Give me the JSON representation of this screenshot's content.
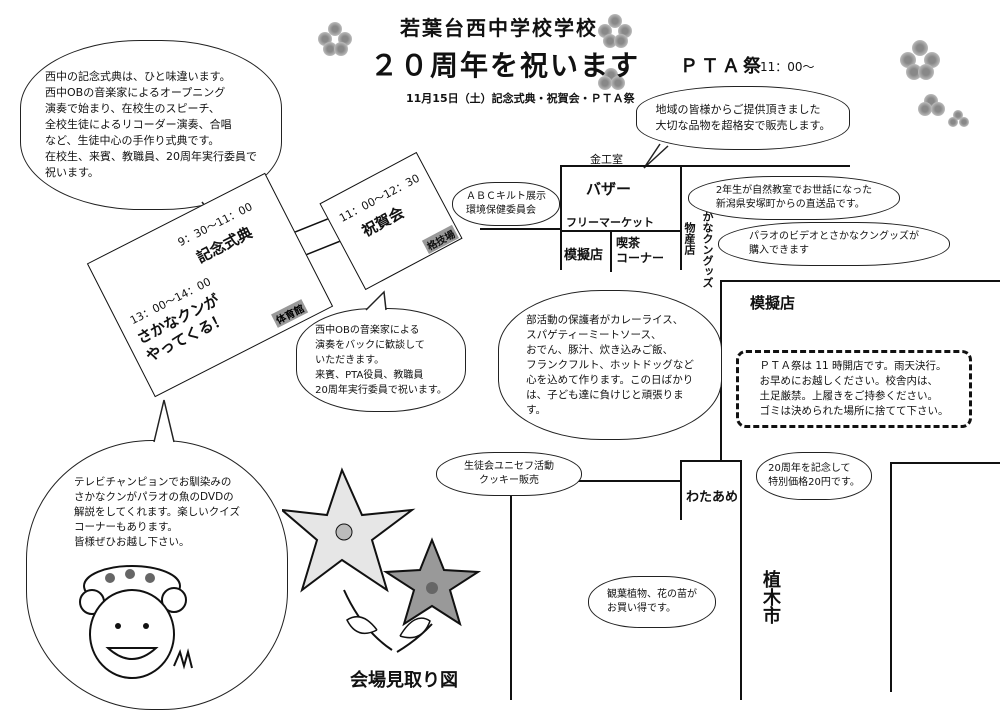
{
  "header": {
    "school_title": "若葉台西中学校学校",
    "anniversary": "２０周年を祝います",
    "date_line": "11月15日（土）記念式典・祝賀会・ＰＴＡ祭",
    "pta_title": "ＰＴＡ祭",
    "pta_time": "11：00～"
  },
  "ceremony_note": "西中の記念式典は、ひと味違います。\n西中OBの音楽家によるオープニング\n演奏で始まり、在校生のスピーチ、\n全校生徒によるリコーダー演奏、合唱\nなど、生徒中心の手作り式典です。\n在校生、来賓、教職員、20周年実行委員で\n祝います。",
  "bazaar_note": "地域の皆様からご提供頂きました\n大切な品物を超格安で販売します。",
  "abc_note": "ＡＢＣキルト展示\n環境保健委員会",
  "nature_note": "2年生が自然教室でお世話になった\n新潟県安塚町からの直送品です。",
  "palau_note": "パラオのビデオとさかなクングッズが\n購入できます",
  "party_note": "西中OBの音楽家による\n演奏をバックに歓談して\nいただきます。\n来賓、PTA役員、教職員\n20周年実行委員で祝います。",
  "food_note": "部活動の保護者がカレーライス、\nスパゲティーミートソース、\nおでん、豚汁、炊き込みご飯、\nフランクフルト、ホットドッグなど\n心を込めて作ります。この日ばかり\nは、子ども達に負けじと頑張りま\nす。",
  "pta_notice": "ＰＴＡ祭は 11 時開店です。雨天決行。\nお早めにお越しください。校舎内は、\n土足厳禁。上履きをご持参ください。\nゴミは決められた場所に捨てて下さい。",
  "cookie_note": "生徒会ユニセフ活動\nクッキー販売",
  "price_note": "20周年を記念して\n特別価格20円です。",
  "plant_note": "観葉植物、花の苗が\nお買い得です。",
  "sakana_note": "テレビチャンピョンでお馴染みの\nさかなクンがパラオの魚のDVDの\n解説をしてくれます。楽しいクイズ\nコーナーもあります。\n皆様ぜひお越し下さい。",
  "ceremony_box": {
    "time": "9：30～11：00",
    "title": "記念式典",
    "time2": "13：00～14：00",
    "sub": "さかなクンが\nやってくる！",
    "place": "体育館"
  },
  "party_box": {
    "time": "11：00～12：30",
    "title": "祝賀会",
    "place": "格技場"
  },
  "map": {
    "room": "金工室",
    "bazaar": "バザー",
    "flea": "フリーマーケット",
    "mogiten1": "模擬店",
    "cafe": "喫茶\nコーナー",
    "bussan": "物産店",
    "sakana_goods": "さかなクングッズ",
    "mogiten2": "模擬店",
    "wataame": "わたあめ",
    "uekiichi": "植木市",
    "map_title": "会場見取り図"
  }
}
